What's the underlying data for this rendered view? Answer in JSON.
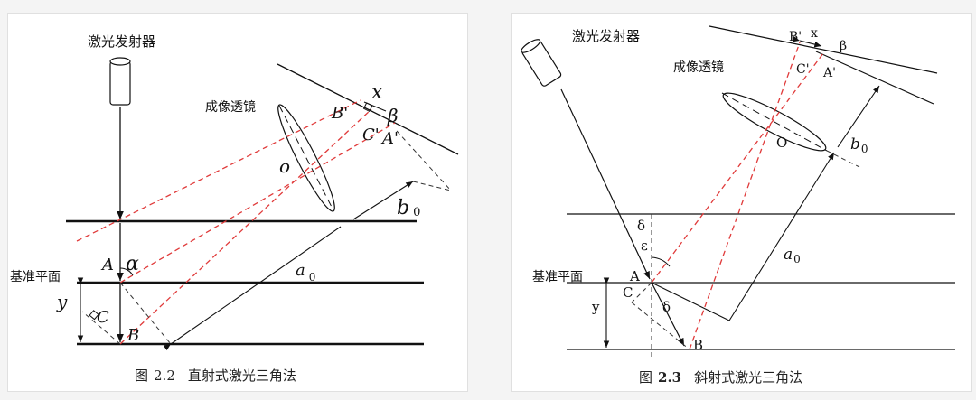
{
  "fig1": {
    "emitter_label": "激光发射器",
    "lens_label": "成像透镜",
    "base_label": "基准平面",
    "pt_A": "A",
    "pt_B": "B",
    "pt_C": "C",
    "pt_O": "o",
    "pt_Bp": "B'",
    "pt_Cp": "C'",
    "pt_Ap": "A'",
    "sym_alpha": "α",
    "sym_beta": "β",
    "sym_x": "x",
    "sym_y": "y",
    "sym_a0": "a",
    "sym_a0_sub": "0",
    "sym_b0": "b",
    "sym_b0_sub": "0",
    "caption_prefix": "图",
    "caption_num": "2.2",
    "caption_text": "直射式激光三角法"
  },
  "fig2": {
    "emitter_label": "激光发射器",
    "lens_label": "成像透镜",
    "base_label": "基准平面",
    "pt_A": "A",
    "pt_B": "B",
    "pt_C": "C",
    "pt_O": "O",
    "pt_Bp": "B'",
    "pt_Cp": "C'",
    "pt_Ap": "A'",
    "sym_delta": "δ",
    "sym_epsilon": "ε",
    "sym_beta": "β",
    "sym_x": "x",
    "sym_y": "y",
    "sym_a0": "a",
    "sym_a0_sub": "0",
    "sym_b0": "b",
    "sym_b0_sub": "0",
    "caption_prefix": "图",
    "caption_num": "2.3",
    "caption_text": "斜射式激光三角法"
  },
  "colors": {
    "line": "#111111",
    "laser_dash": "#e03a3a",
    "guide_dash": "#333333",
    "panel_bg": "#ffffff"
  }
}
